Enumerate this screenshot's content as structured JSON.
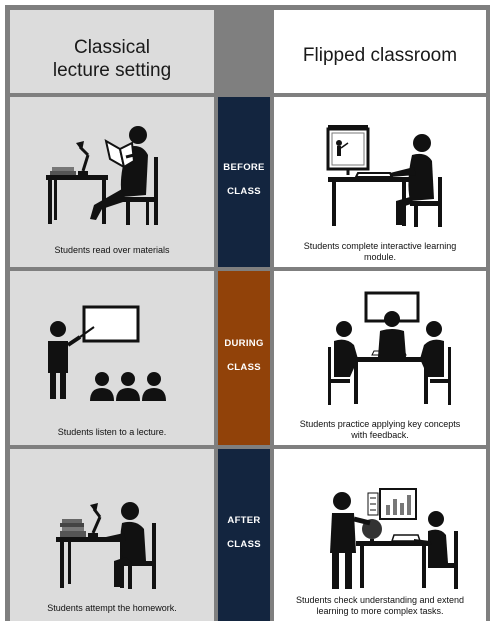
{
  "headers": {
    "left": [
      "Classical",
      "lecture setting"
    ],
    "right": "Flipped classroom"
  },
  "phases": [
    {
      "label": [
        "BEFORE",
        "CLASS"
      ],
      "color": "#13253f"
    },
    {
      "label": [
        "DURING",
        "CLASS"
      ],
      "color": "#914209"
    },
    {
      "label": [
        "AFTER",
        "CLASS"
      ],
      "color": "#13253f"
    }
  ],
  "captions": {
    "classical": [
      "Students read over materials",
      "Students listen to a lecture.",
      "Students attempt the homework."
    ],
    "flipped": [
      [
        "Students complete interactive learning",
        "module."
      ],
      [
        "Students practice applying key concepts",
        "with feedback."
      ],
      [
        "Students check understanding and extend",
        "learning to more complex tasks."
      ]
    ]
  },
  "icons": {
    "r1_left": "student-reading-at-desk-icon",
    "r1_right": "student-at-computer-icon",
    "r2_left": "teacher-lecturing-audience-icon",
    "r2_right": "group-discussion-table-icon",
    "r3_left": "student-homework-at-desk-icon",
    "r3_right": "teacher-helping-student-icon"
  }
}
